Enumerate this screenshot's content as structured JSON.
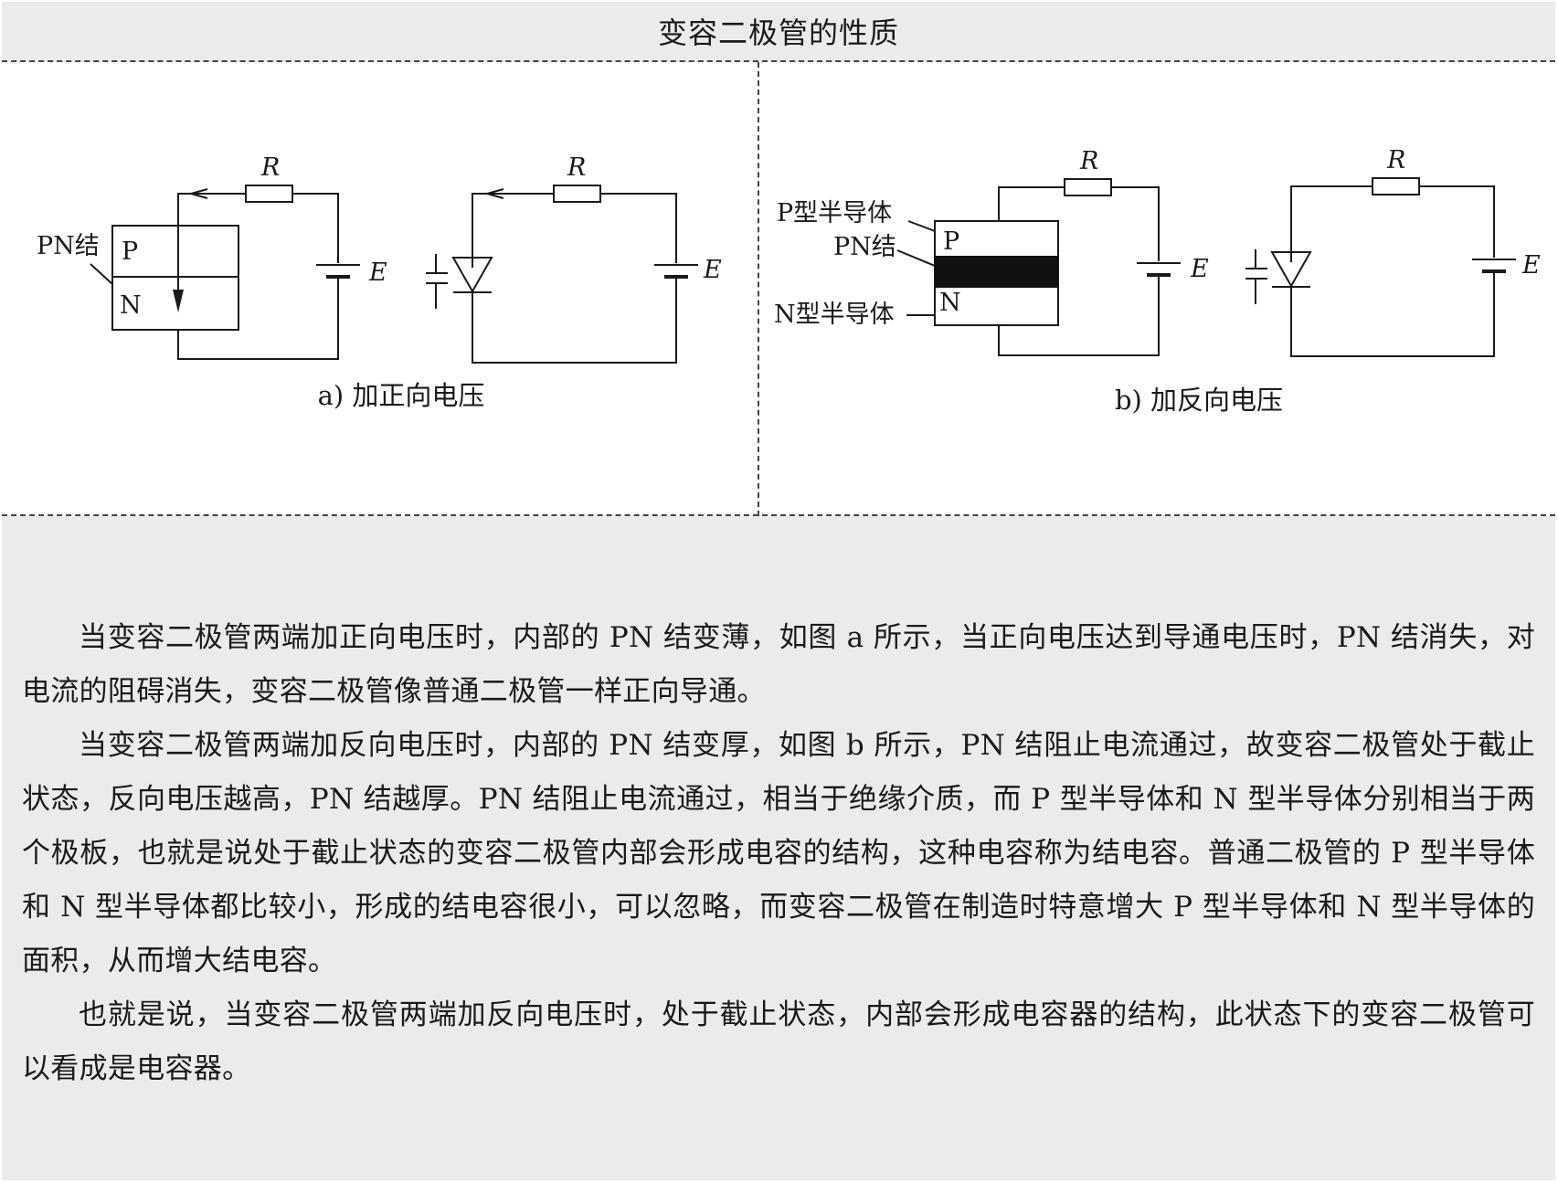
{
  "title": "变容二极管的性质",
  "figure_a": {
    "pn_label": "PN结",
    "p_label": "P",
    "n_label": "N",
    "r_label": "R",
    "r_label_2": "R",
    "e_label": "E",
    "e_label_2": "E",
    "caption": "a) 加正向电压"
  },
  "figure_b": {
    "p_semi_label": "P型半导体",
    "pn_label": "PN结",
    "n_semi_label": "N型半导体",
    "p_label": "P",
    "n_label": "N",
    "r_label": "R",
    "r_label_2": "R",
    "e_label": "E",
    "e_label_2": "E",
    "caption": "b) 加反向电压"
  },
  "paragraphs": [
    "当变容二极管两端加正向电压时，内部的 PN 结变薄，如图 a 所示，当正向电压达到导通电压时，PN 结消失，对电流的阻碍消失，变容二极管像普通二极管一样正向导通。",
    "当变容二极管两端加反向电压时，内部的 PN 结变厚，如图 b 所示，PN 结阻止电流通过，故变容二极管处于截止状态，反向电压越高，PN 结越厚。PN 结阻止电流通过，相当于绝缘介质，而 P 型半导体和 N 型半导体分别相当于两个极板，也就是说处于截止状态的变容二极管内部会形成电容的结构，这种电容称为结电容。普通二极管的 P 型半导体和 N 型半导体都比较小，形成的结电容很小，可以忽略，而变容二极管在制造时特意增大 P 型半导体和 N 型半导体的面积，从而增大结电容。",
    "也就是说，当变容二极管两端加反向电压时，处于截止状态，内部会形成电容器的结构，此状态下的变容二极管可以看成是电容器。"
  ]
}
